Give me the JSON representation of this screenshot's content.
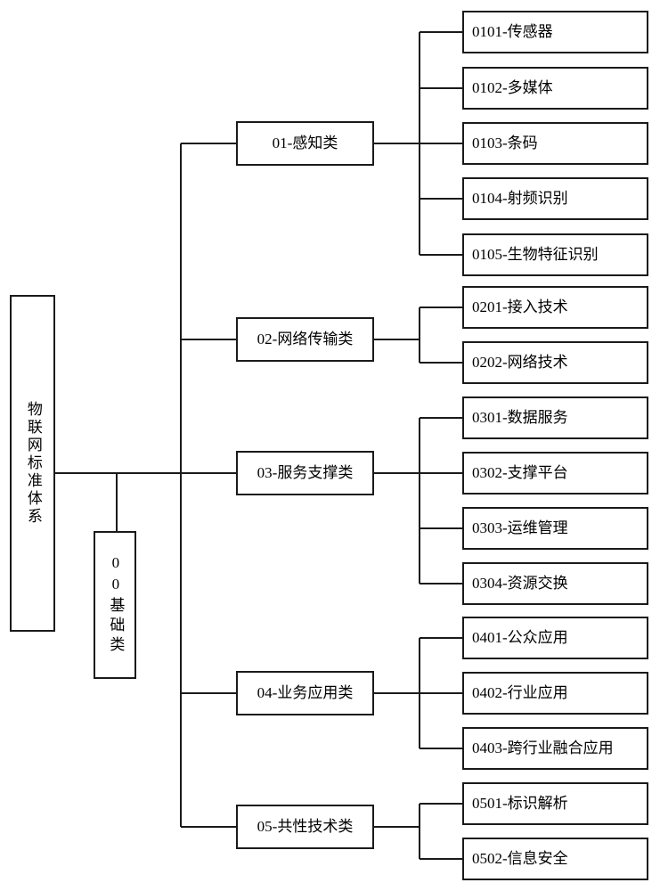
{
  "diagram": {
    "title": "物联网标准体系",
    "type": "tree-hierarchy",
    "orientation": "left-to-right",
    "colors": {
      "stroke": "#1a1a1a",
      "fill": "#ffffff",
      "text": "#000000"
    },
    "root": {
      "label": "物联网标准体系",
      "orientation": "vertical"
    },
    "basic": {
      "label": "00基础类",
      "code": "00",
      "name": "基础类",
      "orientation": "vertical"
    },
    "categories": [
      {
        "label": "01-感知类",
        "code": "01",
        "name": "感知类",
        "children": [
          {
            "label": "0101-传感器",
            "code": "0101",
            "name": "传感器"
          },
          {
            "label": "0102-多媒体",
            "code": "0102",
            "name": "多媒体"
          },
          {
            "label": "0103-条码",
            "code": "0103",
            "name": "条码"
          },
          {
            "label": "0104-射频识别",
            "code": "0104",
            "name": "射频识别"
          },
          {
            "label": "0105-生物特征识别",
            "code": "0105",
            "name": "生物特征识别"
          }
        ]
      },
      {
        "label": "02-网络传输类",
        "code": "02",
        "name": "网络传输类",
        "children": [
          {
            "label": "0201-接入技术",
            "code": "0201",
            "name": "接入技术"
          },
          {
            "label": "0202-网络技术",
            "code": "0202",
            "name": "网络技术"
          }
        ]
      },
      {
        "label": "03-服务支撑类",
        "code": "03",
        "name": "服务支撑类",
        "children": [
          {
            "label": "0301-数据服务",
            "code": "0301",
            "name": "数据服务"
          },
          {
            "label": "0302-支撑平台",
            "code": "0302",
            "name": "支撑平台"
          },
          {
            "label": "0303-运维管理",
            "code": "0303",
            "name": "运维管理"
          },
          {
            "label": "0304-资源交换",
            "code": "0304",
            "name": "资源交换"
          }
        ]
      },
      {
        "label": "04-业务应用类",
        "code": "04",
        "name": "业务应用类",
        "children": [
          {
            "label": "0401-公众应用",
            "code": "0401",
            "name": "公众应用"
          },
          {
            "label": "0402-行业应用",
            "code": "0402",
            "name": "行业应用"
          },
          {
            "label": "0403-跨行业融合应用",
            "code": "0403",
            "name": "跨行业融合应用"
          }
        ]
      },
      {
        "label": "05-共性技术类",
        "code": "05",
        "name": "共性技术类",
        "children": [
          {
            "label": "0501-标识解析",
            "code": "0501",
            "name": "标识解析"
          },
          {
            "label": "0502-信息安全",
            "code": "0502",
            "name": "信息安全"
          }
        ]
      }
    ]
  }
}
